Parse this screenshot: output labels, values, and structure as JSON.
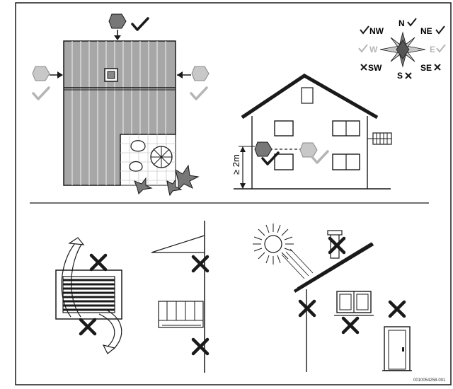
{
  "figure": {
    "compass": {
      "labels": {
        "n": "N",
        "ne": "NE",
        "e": "E",
        "se": "SE",
        "s": "S",
        "sw": "SW",
        "w": "W",
        "nw": "NW"
      },
      "status": {
        "n": "check",
        "ne": "check",
        "e": "check-faded",
        "se": "cross",
        "s": "cross",
        "sw": "cross",
        "w": "check-faded",
        "nw": "check"
      }
    },
    "height_label": "≥ 2m",
    "doc_code": "0010054258-001",
    "icons": [
      "unit-icon",
      "check-icon",
      "cross-icon",
      "sun-icon",
      "chimney-icon",
      "vent-grille-icon",
      "leaf-icon",
      "table-umbrella-icon"
    ],
    "colors": {
      "line": "#1a1a1a",
      "roof_fill": "#a7a7a7",
      "unit_fill": "#777777",
      "faded": "#b5b5b5",
      "compass_dark": "#555555",
      "compass_light": "#c8c8c8"
    }
  }
}
